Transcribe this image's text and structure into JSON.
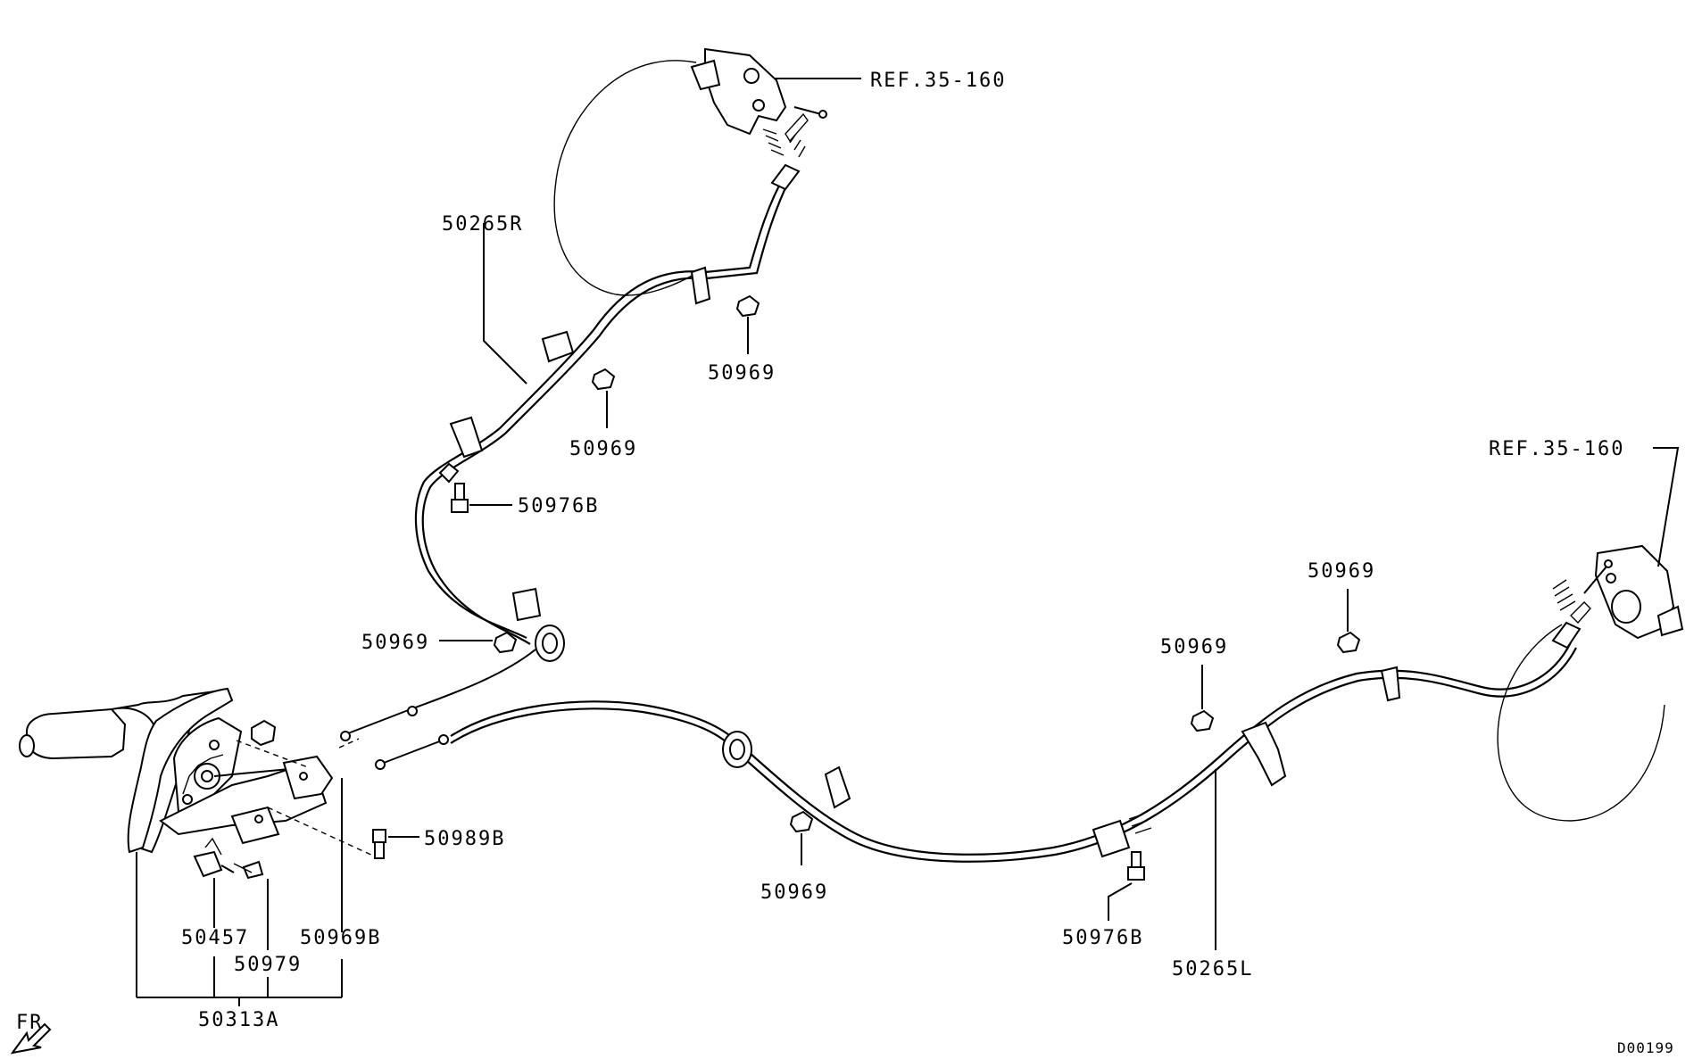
{
  "diagram": {
    "code": "D00199",
    "direction": "FR",
    "refs": [
      "REF.35-160",
      "REF.35-160"
    ],
    "parts": {
      "cable_right": "50265R",
      "cable_left": "50265L",
      "clip_1": "50969",
      "clip_2": "50969",
      "clip_3": "50969",
      "clip_4": "50969",
      "clip_5": "50969",
      "clip_6": "50969",
      "bolt_upper": "50976B",
      "bolt_lower": "50976B",
      "bolt_lever": "50989B",
      "switch": "50457",
      "screw": "50979",
      "nut_lever": "50969B",
      "lever_assy": "50313A"
    }
  }
}
